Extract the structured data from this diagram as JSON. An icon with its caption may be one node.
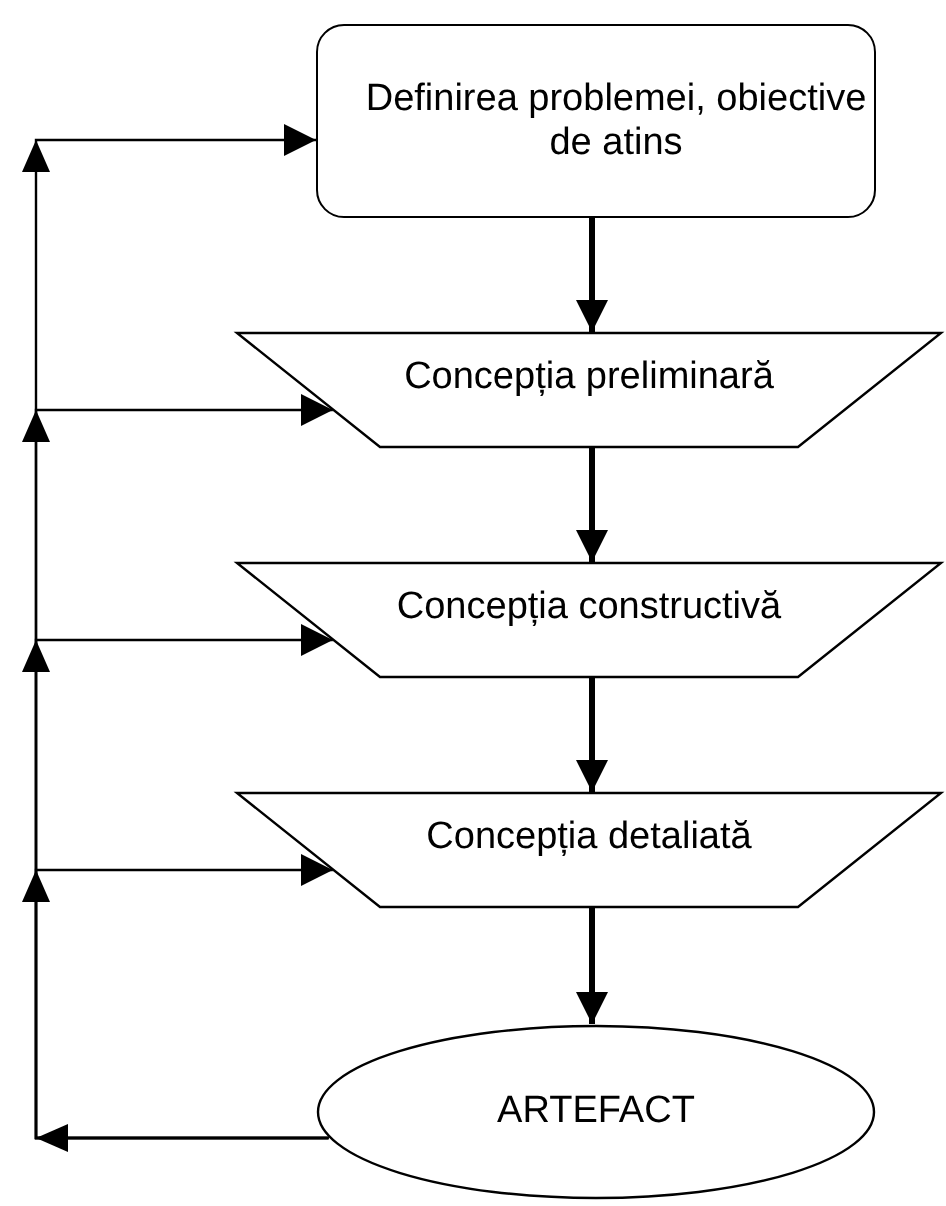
{
  "diagram": {
    "nodes": [
      {
        "text": [
          "Definirea problemei, obiective de atins"
        ]
      },
      {
        "text": [
          "Concepția preliminară"
        ]
      },
      {
        "text": [
          "Concepția constructivă"
        ]
      },
      {
        "text": [
          "Concepția detaliată"
        ]
      },
      {
        "text": [
          "ARTEFACT"
        ]
      }
    ],
    "edges": [
      {
        "from": 0,
        "to": 1,
        "arrow": "to",
        "style": "thick"
      },
      {
        "from": 1,
        "to": 2,
        "arrow": "to",
        "style": "thick"
      },
      {
        "from": 2,
        "to": 3,
        "arrow": "to",
        "style": "thick"
      },
      {
        "from": 3,
        "to": 4,
        "arrow": "to",
        "style": "thick"
      },
      {
        "from": 4,
        "to": 0,
        "arrow": "to"
      },
      {
        "from": 4,
        "to": 1,
        "arrow": "to"
      },
      {
        "from": 4,
        "to": 2,
        "arrow": "to"
      },
      {
        "from": 4,
        "to": 3,
        "arrow": "to"
      }
    ]
  }
}
